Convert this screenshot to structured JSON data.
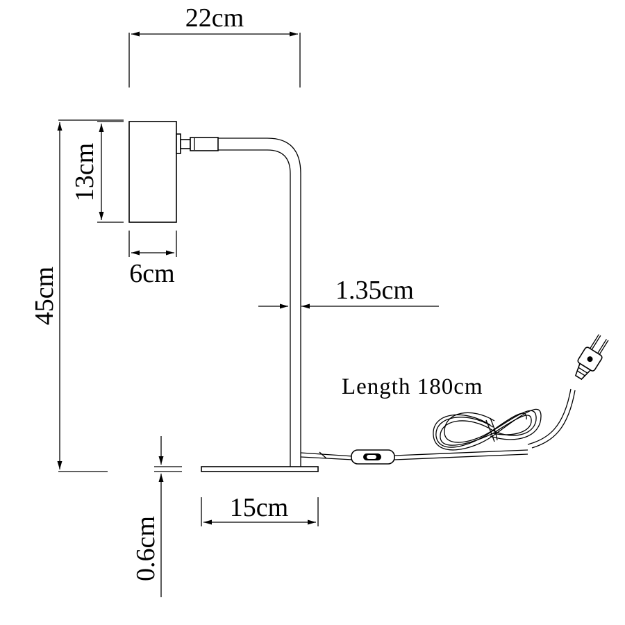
{
  "drawing": {
    "subject": "desk lamp dimension drawing",
    "dimensions": {
      "overall_width": "22cm",
      "overall_height": "45cm",
      "head_height": "13cm",
      "head_depth": "6cm",
      "stem_diameter": "1.35cm",
      "base_length": "15cm",
      "base_thickness": "0.6cm"
    },
    "cable_note": "Length 180cm",
    "line_color": "#000000",
    "background_color": "#ffffff"
  }
}
